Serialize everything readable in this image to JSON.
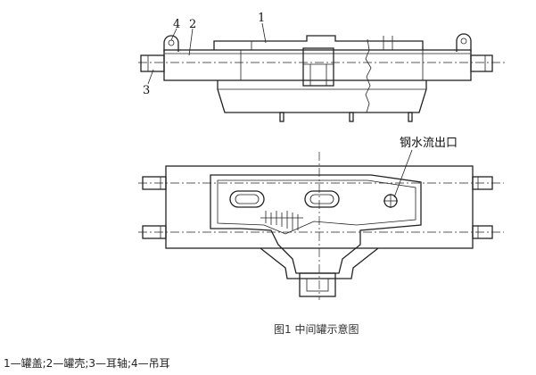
{
  "figure": {
    "callouts": [
      "1",
      "2",
      "3",
      "4"
    ],
    "outlet_label": "钢水流出口"
  },
  "caption": "图1 中间罐示意图",
  "legend": "1—罐盖;2—罐壳;3—耳轴;4—吊耳"
}
